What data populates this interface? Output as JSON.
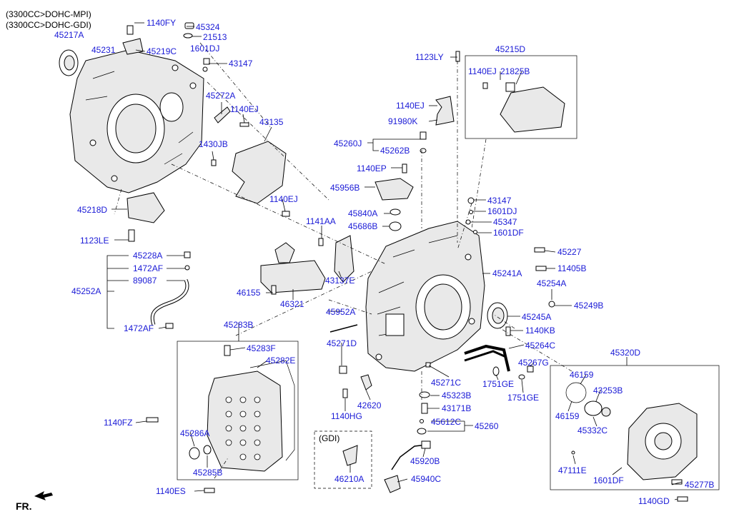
{
  "header": {
    "variant_1": "(3300CC>DOHC-MPI)",
    "variant_2": "(3300CC>DOHC-GDI)"
  },
  "footer": {
    "front_label": "FR."
  },
  "boxes": {
    "gdi_label": "(GDI)"
  },
  "colors": {
    "part_number": "#1a1ad6",
    "line": "#000000",
    "text": "#000000"
  },
  "parts": {
    "p45217A": "45217A",
    "p45231": "45231",
    "p1140FY": "1140FY",
    "p45324": "45324",
    "p21513": "21513",
    "p45219C": "45219C",
    "p1601DJ_a": "1601DJ",
    "p43147_a": "43147",
    "p45272A": "45272A",
    "p1140EJ_a": "1140EJ",
    "p43135": "43135",
    "p1430JB": "1430JB",
    "p45218D": "45218D",
    "p1140EJ_b": "1140EJ",
    "p1123LE": "1123LE",
    "p1123LY": "1123LY",
    "p45215D": "45215D",
    "p1140EJ_c": "1140EJ",
    "p21825B": "21825B",
    "p1140EJ_d": "1140EJ",
    "p91980K": "91980K",
    "p45260J": "45260J",
    "p45262B": "45262B",
    "p1140EP": "1140EP",
    "p45956B": "45956B",
    "p43147_b": "43147",
    "p1601DJ_b": "1601DJ",
    "p45840A": "45840A",
    "p45347": "45347",
    "p45686B": "45686B",
    "p1601DF_a": "1601DF",
    "p1141AA": "1141AA",
    "p45227": "45227",
    "p45228A": "45228A",
    "p1472AF_a": "1472AF",
    "p89087": "89087",
    "p45252A": "45252A",
    "p1472AF_b": "1472AF",
    "p11405B": "11405B",
    "p45241A": "45241A",
    "p43137E": "43137E",
    "p46155": "46155",
    "p46321": "46321",
    "p45254A": "45254A",
    "p45249B": "45249B",
    "p45952A": "45952A",
    "p45245A": "45245A",
    "p1140KB": "1140KB",
    "p45283B": "45283B",
    "p45271D": "45271D",
    "p45283F": "45283F",
    "p45282E": "45282E",
    "p45264C": "45264C",
    "p45267G": "45267G",
    "p45320D": "45320D",
    "p45271C": "45271C",
    "p1751GE_a": "1751GE",
    "p1751GE_b": "1751GE",
    "p46159_a": "46159",
    "p43253B": "43253B",
    "p45323B": "45323B",
    "p42620": "42620",
    "p1140HG": "1140HG",
    "p43171B": "43171B",
    "p46159_b": "46159",
    "p45332C": "45332C",
    "p1140FZ": "1140FZ",
    "p45612C": "45612C",
    "p45260": "45260",
    "p45286A": "45286A",
    "p45920B": "45920B",
    "p47111E": "47111E",
    "p45285B": "45285B",
    "p46210A": "46210A",
    "p45940C": "45940C",
    "p1601DF_b": "1601DF",
    "p45277B": "45277B",
    "p1140ES": "1140ES",
    "p1140GD": "1140GD"
  }
}
